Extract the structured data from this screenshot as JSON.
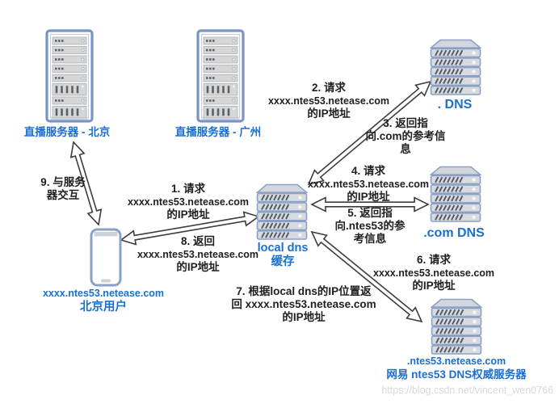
{
  "nodes": {
    "beijing": {
      "label": "直播服务器 - 北京"
    },
    "guangzhou": {
      "label": "直播服务器 - 广州"
    },
    "root_dns": {
      "label": ". DNS"
    },
    "com_dns": {
      "label": ".com DNS"
    },
    "auth_dns": {
      "line1": ".ntes53.netease.com",
      "line2": "网易 ntes53 DNS权威服务器"
    },
    "local_dns": {
      "line1": "local dns",
      "line2": "缓存"
    },
    "user": {
      "line1": "xxxx.ntes53.netease.com",
      "line2": "北京用户"
    }
  },
  "steps": {
    "s1": [
      "1. 请求",
      "xxxx.ntes53.netease.com",
      "的IP地址"
    ],
    "s2": [
      "2. 请求",
      "xxxx.ntes53.netease.com",
      "的IP地址"
    ],
    "s3": [
      "3. 返回指",
      "向.com的参考信",
      "息"
    ],
    "s4": [
      "4. 请求",
      "xxxx.ntes53.netease.com",
      "的IP地址"
    ],
    "s5": [
      "5. 返回指",
      "向.ntes53的参",
      "考信息"
    ],
    "s6": [
      "6. 请求",
      "xxxx.ntes53.netease.com",
      "的IP地址"
    ],
    "s7": [
      "7. 根据local dns的IP位置返",
      "回 xxxx.ntes53.netease.com",
      "的IP地址"
    ],
    "s8": [
      "8. 返回",
      "xxxx.ntes53.netease.com",
      "的IP地址"
    ],
    "s9": [
      "9. 与服务",
      "器交互"
    ]
  },
  "watermark": "https://blog.csdn.net/vincent_wen0766",
  "colors": {
    "accent_blue": "#1a6fd0",
    "icon_stroke": "#8aa0c6",
    "rack_border": "#7b93c4",
    "text_black": "#202020",
    "watermark_gray": "#d8d8d8"
  }
}
